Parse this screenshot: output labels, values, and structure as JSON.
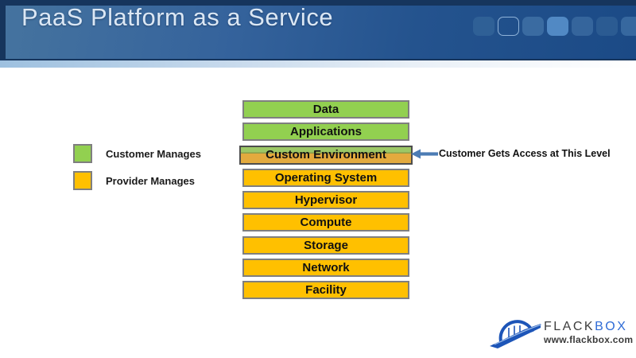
{
  "slide": {
    "title": "PaaS Platform as a Service"
  },
  "legend": {
    "items": [
      {
        "label": "Customer Manages",
        "color": "#92D050",
        "owner": "customer"
      },
      {
        "label": "Provider Manages",
        "color": "#FFC000",
        "owner": "provider"
      }
    ]
  },
  "stack": {
    "layers": [
      {
        "label": "Data",
        "owner": "customer"
      },
      {
        "label": "Applications",
        "owner": "customer"
      },
      {
        "label": "Custom Environment",
        "owner": "shared"
      },
      {
        "label": "Operating System",
        "owner": "provider"
      },
      {
        "label": "Hypervisor",
        "owner": "provider"
      },
      {
        "label": "Compute",
        "owner": "provider"
      },
      {
        "label": "Storage",
        "owner": "provider"
      },
      {
        "label": "Network",
        "owner": "provider"
      },
      {
        "label": "Facility",
        "owner": "provider"
      }
    ]
  },
  "annotation": {
    "text": "Customer Gets Access at This Level",
    "arrow_color": "#4c7cb4"
  },
  "logo": {
    "name_primary": "Flack",
    "name_secondary": "box",
    "url": "www.flackbox.com"
  },
  "colors": {
    "customer_manages": "#92D050",
    "provider_manages": "#FFC000",
    "header_navy": "#16355D",
    "header_blue": "#1B4A86",
    "title_text": "#DBE7F4"
  }
}
